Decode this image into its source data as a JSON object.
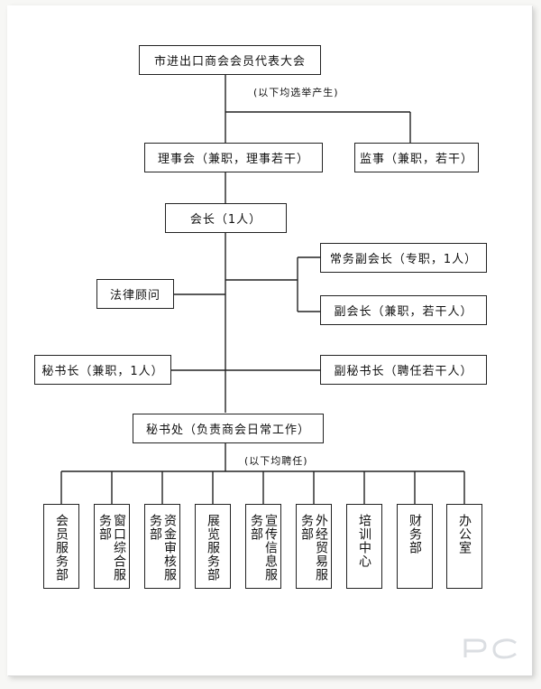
{
  "assembly": "市进出口商会会员代表大会",
  "elected_note": "(以下均选举产生)",
  "council": "理事会（兼职，理事若干）",
  "supervisor": "监事（兼职，若干）",
  "president": "会长（1人）",
  "exec_vice_president": "常务副会长（专职，1人）",
  "legal_advisor": "法律顾问",
  "vice_president": "副会长（兼职，若干人）",
  "secretary_general": "秘书长（兼职，1人）",
  "deputy_secretary_general": "副秘书长（聘任若干人）",
  "secretariat": "秘书处（负责商会日常工作）",
  "hired_note": "(以下均聘任)",
  "departments": [
    "会员服务部",
    "窗口综合服务部",
    "资金审核服务部",
    "展览服务部",
    "宣传信息服务部",
    "外经贸易服务部",
    "培训中心",
    "财务部",
    "办公室"
  ],
  "colors": {
    "line": "#222222",
    "box_border": "#222222",
    "background": "#ffffff"
  }
}
